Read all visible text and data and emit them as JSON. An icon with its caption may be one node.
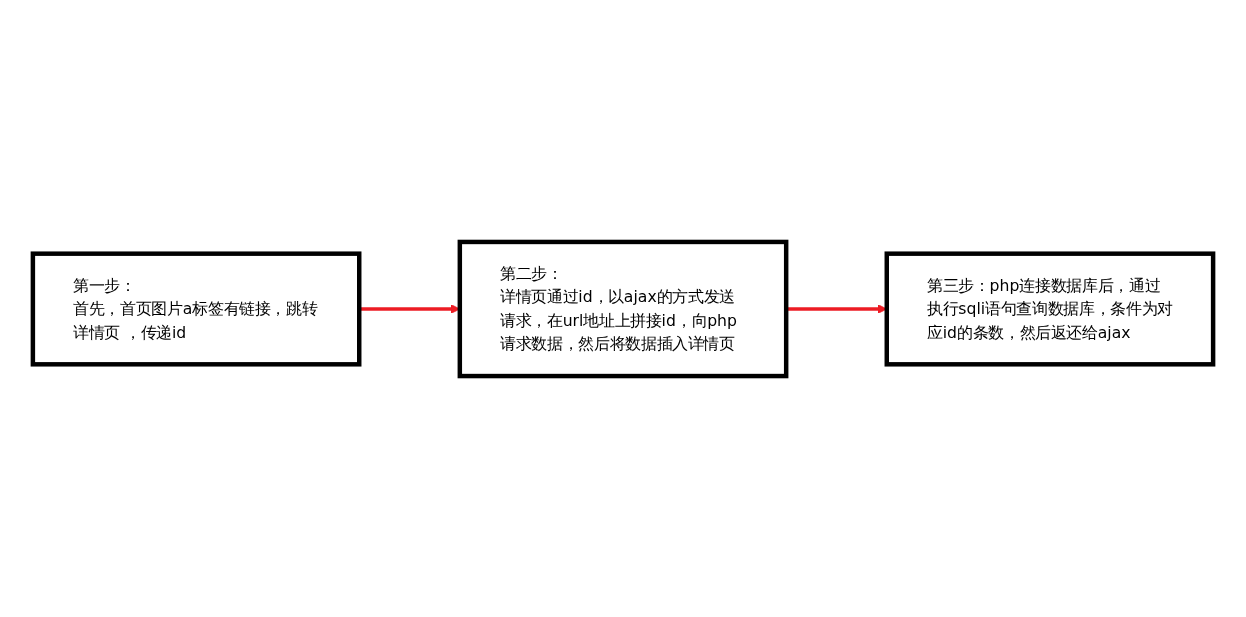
{
  "diagram": {
    "nodes": [
      {
        "text": [
          "第一步：",
          "首先，首页图片a标签有链接，跳转详情页 ，传递id"
        ]
      },
      {
        "text": [
          "第二步：",
          "详情页通过id，以ajax的方式发送请求，在url地址上拼接id，向php请求数据，然后将数据插入详情页"
        ]
      },
      {
        "text": [
          "第三步：php连接数据库后，通过执行sqli语句查询数据库，条件为对应id的条数，然后返还给ajax"
        ]
      }
    ],
    "edges": [
      {
        "from": 0,
        "to": 1,
        "arrow": "to",
        "color": "#ed1c24"
      },
      {
        "from": 1,
        "to": 2,
        "arrow": "to",
        "color": "#ed1c24"
      }
    ]
  }
}
